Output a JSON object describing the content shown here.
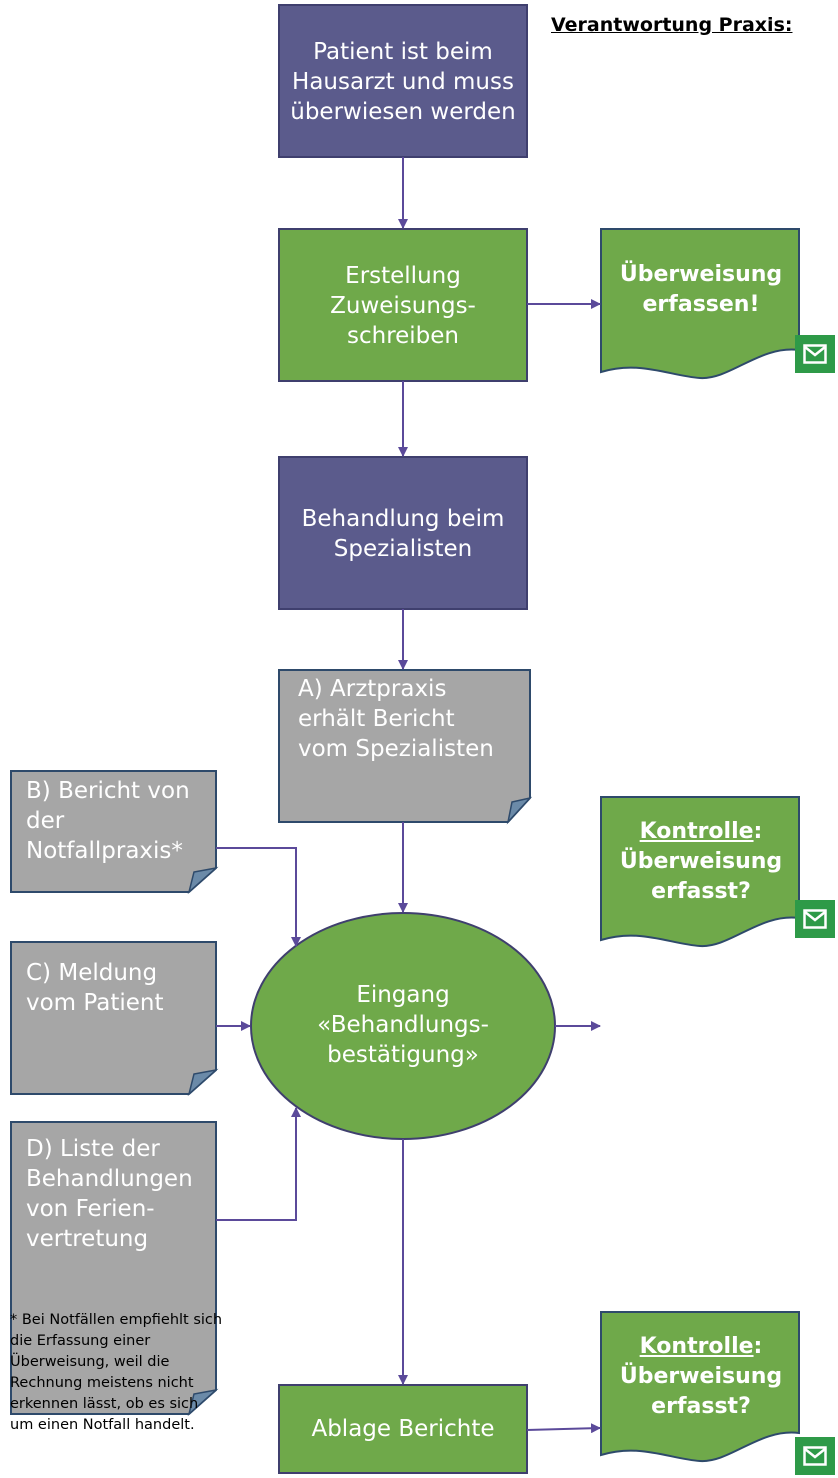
{
  "header": {
    "responsibility": "Verantwortung Praxis:"
  },
  "colors": {
    "purple": "#5b5b8c",
    "green": "#6fa94a",
    "gray": "#a6a6a6",
    "border": "#2e4a6b",
    "arrow": "#5b4a9a",
    "mail_green": "#2e9a48"
  },
  "nodes": {
    "patient": "Patient ist beim Hausarzt und muss überwiesen werden",
    "erstellung": "Erstellung Zuweisungs-schreiben",
    "behandlung": "Behandlung beim Spezialisten",
    "bericht_a": "A) Arztpraxis erhält Bericht vom Spezialisten",
    "bericht_b": "B) Bericht von der Notfallpraxis*",
    "meldung_c": "C) Meldung vom Patient",
    "liste_d": "D) Liste der Behandlungen von Ferien-vertretung",
    "eingang": "Eingang «Behandlungs-bestätigung»",
    "ablage": "Ablage Berichte"
  },
  "docs": {
    "ueberweisung_erfassen": "Überweisung erfassen!",
    "kontrolle_label": "Kontrolle",
    "kontrolle_colon": ":",
    "kontrolle_text": "Überweisung erfasst?"
  },
  "icons": [
    "mail-icon",
    "mail-icon",
    "mail-icon"
  ],
  "footnote": "* Bei Notfällen empfiehlt sich die Erfassung einer Überweisung, weil die Rechnung meistens nicht erkennen lässt, ob es sich um einen Notfall handelt."
}
